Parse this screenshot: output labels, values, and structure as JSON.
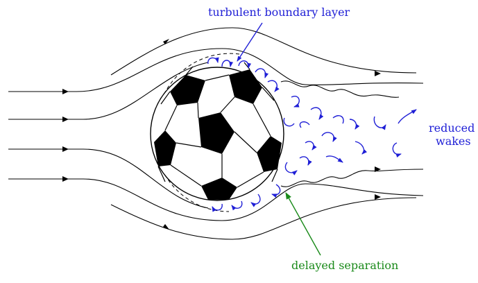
{
  "labels": {
    "turbulent_boundary_layer": "turbulent boundary layer",
    "delayed_separation": "delayed separation",
    "reduced_line1": "reduced",
    "reduced_line2": "wakes"
  },
  "colors": {
    "annotation_blue": "#1f1fd6",
    "annotation_green": "#1a8a1a",
    "lines": "#000000"
  },
  "icons": {
    "ball": "soccer-ball-icon",
    "eddy": "curl-arrow-icon"
  }
}
